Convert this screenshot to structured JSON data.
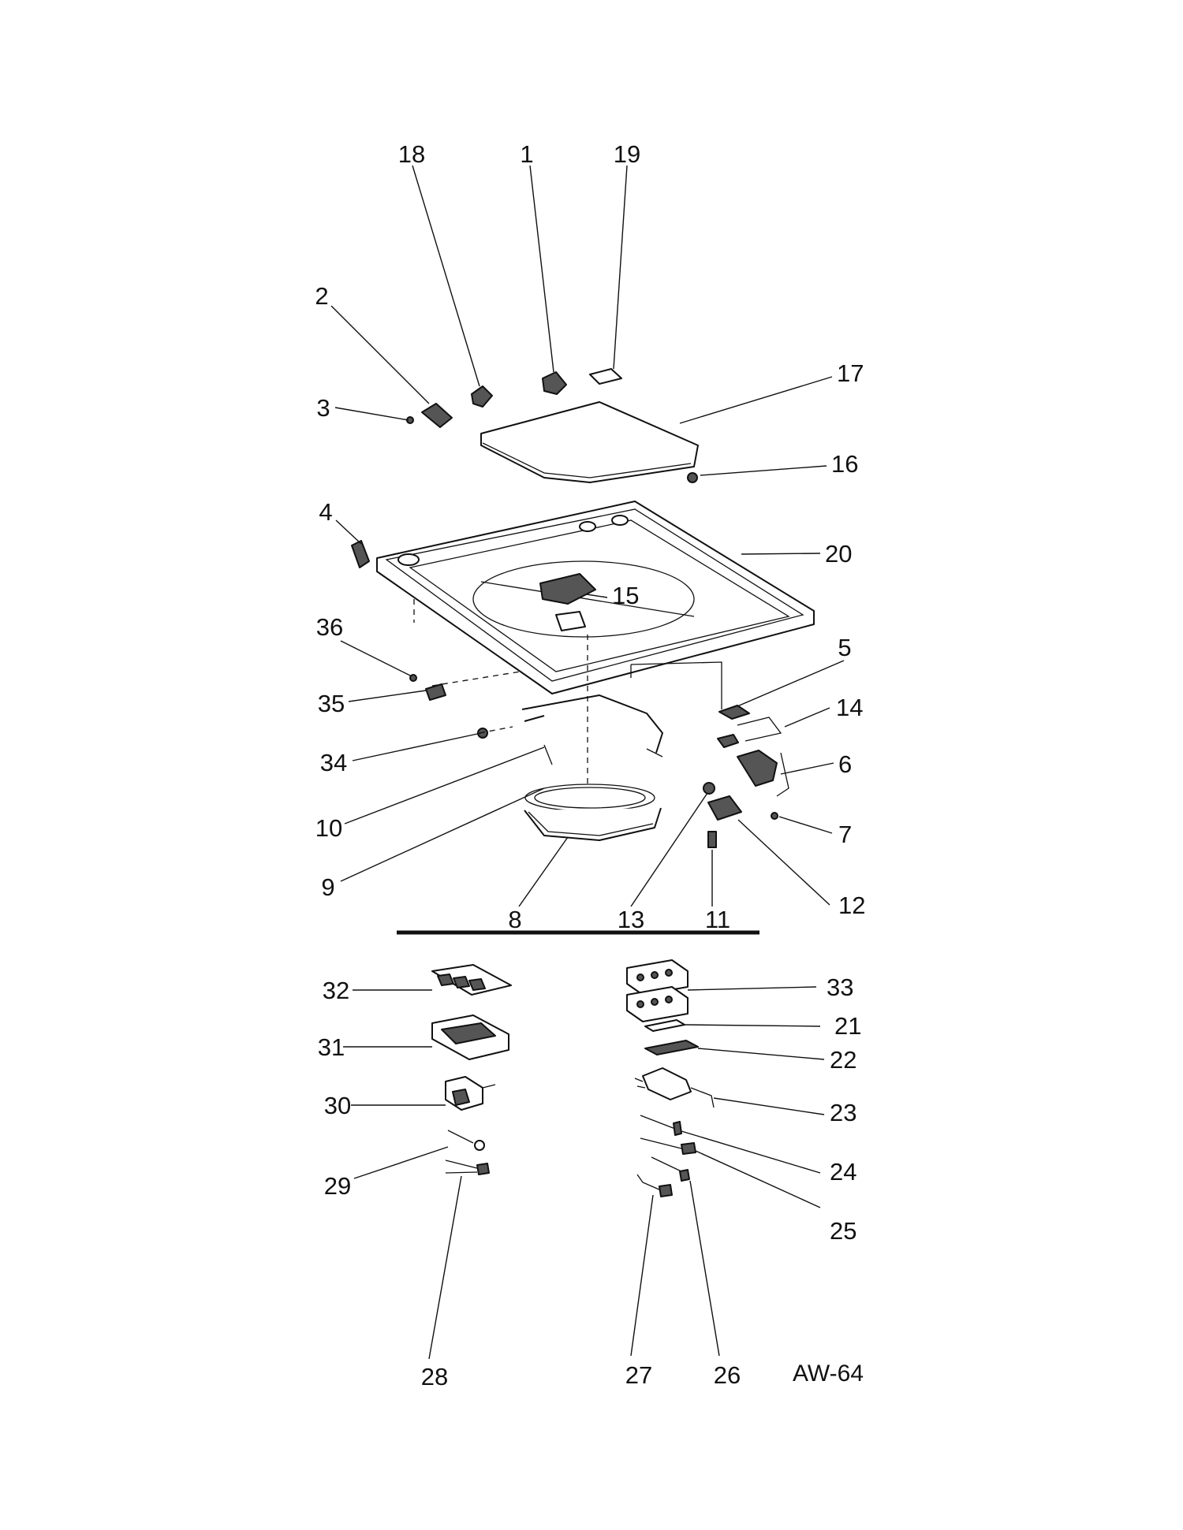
{
  "callouts": {
    "c1": "1",
    "c2": "2",
    "c3": "3",
    "c4": "4",
    "c5": "5",
    "c6": "6",
    "c7": "7",
    "c8": "8",
    "c9": "9",
    "c10": "10",
    "c11": "11",
    "c12": "12",
    "c13": "13",
    "c14": "14",
    "c15": "15",
    "c16": "16",
    "c17": "17",
    "c18": "18",
    "c19": "19",
    "c20": "20",
    "c21": "21",
    "c22": "22",
    "c23": "23",
    "c24": "24",
    "c25": "25",
    "c26": "26",
    "c27": "27",
    "c28": "28",
    "c29": "29",
    "c30": "30",
    "c31": "31",
    "c32": "32",
    "c33": "33",
    "c34": "34",
    "c35": "35",
    "c36": "36"
  },
  "drawing_id": "AW-64"
}
